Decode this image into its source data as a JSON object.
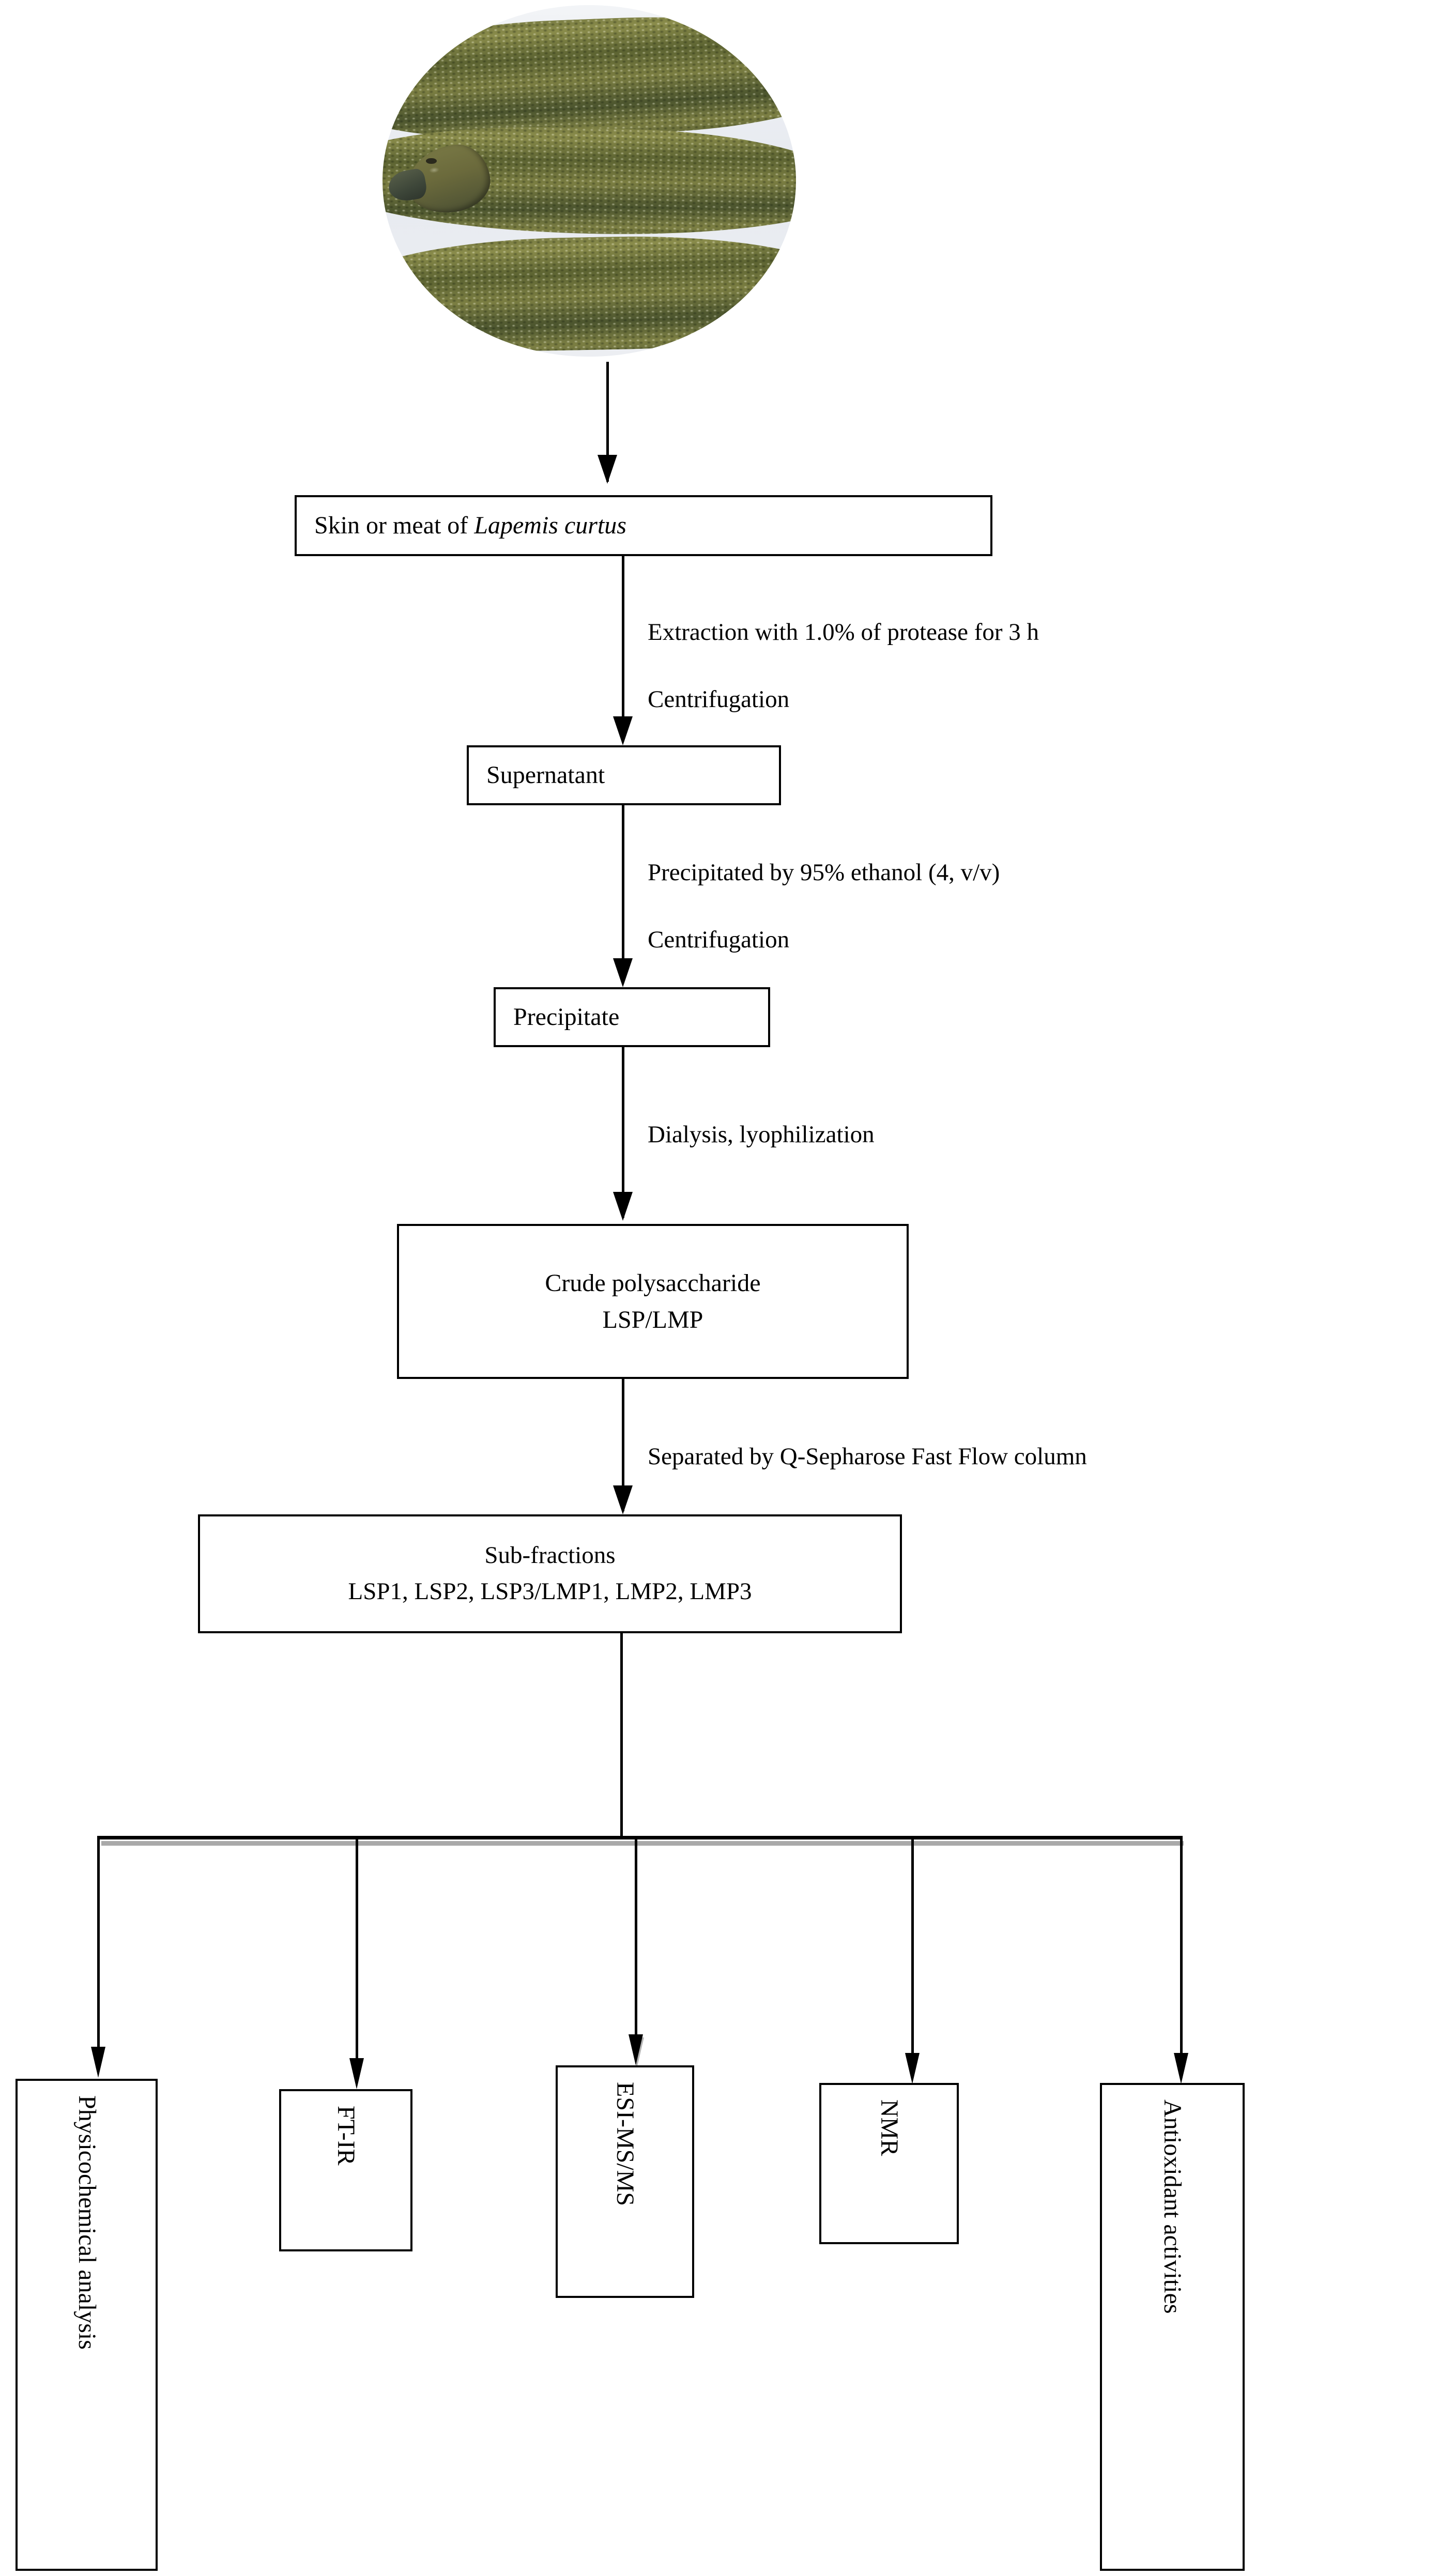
{
  "figure": {
    "type": "process-flow-chart",
    "subject": "Preparation and characterization of polysaccharides from Lapemis curtus"
  },
  "photo": {
    "caption": "sea-snake-photo",
    "shape": "oval",
    "description": "Coiled sea snake with olive-green scales on a pale background"
  },
  "nodes": {
    "source": {
      "line1_pre": "Skin or meat of ",
      "line1_italic": "Lapemis curtus"
    },
    "supernatant": {
      "label": "Supernatant"
    },
    "precipitate": {
      "label": "Precipitate"
    },
    "crude": {
      "line1": "Crude polysaccharide",
      "line2": "LSP/LMP"
    },
    "subfractions": {
      "line1": "Sub-fractions",
      "line2": "LSP1, LSP2, LSP3/LMP1, LMP2, LMP3"
    }
  },
  "edge_labels": {
    "extraction": "Extraction with 1.0% of protease for 3 h",
    "centrifugation_1": "Centrifugation",
    "precipitation": "Precipitated by 95% ethanol (4, v/v)",
    "centrifugation_2": "Centrifugation",
    "dialysis": "Dialysis, lyophilization",
    "separation": "Separated by Q-Sepharose Fast Flow column"
  },
  "assays": [
    {
      "label": "Physicochemical analysis"
    },
    {
      "label": "FT-IR"
    },
    {
      "label": "ESI-MS/MS"
    },
    {
      "label": "NMR"
    },
    {
      "label": "Antioxidant activities"
    }
  ],
  "colors": {
    "stroke": "#000000",
    "background": "#ffffff",
    "connector_shadow": "#a9a9a9",
    "snake_scale_dark": "#4c5530",
    "snake_scale_light": "#8a8c4e"
  }
}
